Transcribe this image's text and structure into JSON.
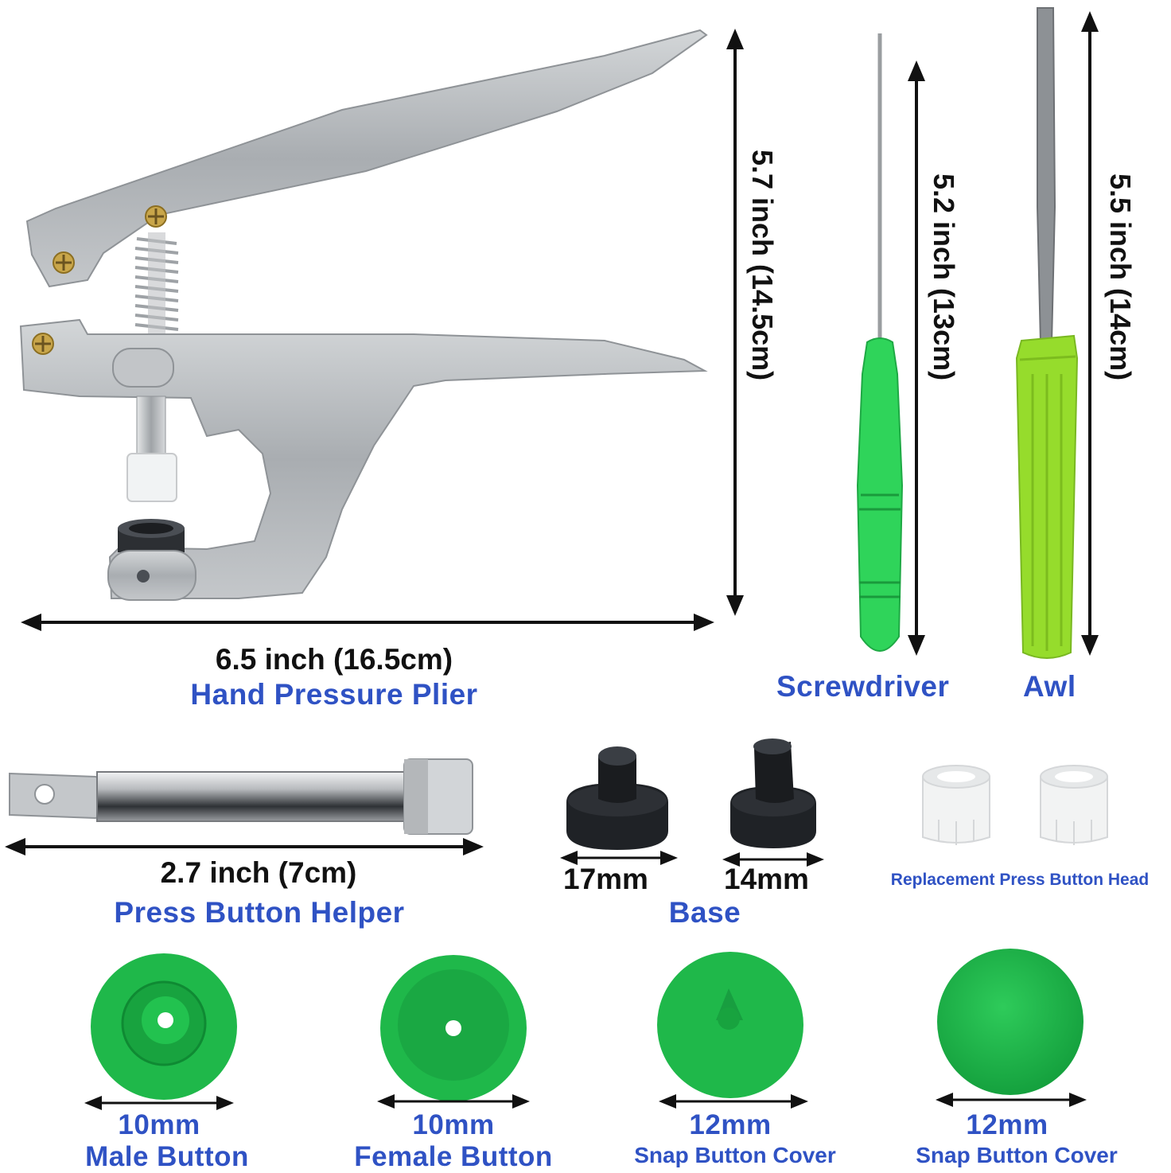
{
  "plier": {
    "width_label": "6.5 inch (16.5cm)",
    "height_label": "5.7 inch (14.5cm)",
    "name": "Hand Pressure Plier"
  },
  "screwdriver": {
    "length_label": "5.2 inch (13cm)",
    "name": "Screwdriver"
  },
  "awl": {
    "length_label": "5.5 inch (14cm)",
    "name": "Awl"
  },
  "helper": {
    "length_label": "2.7 inch (7cm)",
    "name": "Press Button Helper"
  },
  "base": {
    "size_large": "17mm",
    "size_small": "14mm",
    "name": "Base"
  },
  "replacement_head": {
    "name": "Replacement Press Button Head"
  },
  "buttons": [
    {
      "size": "10mm",
      "name": "Male Button"
    },
    {
      "size": "10mm",
      "name": "Female Button"
    },
    {
      "size": "12mm",
      "name": "Snap Button Cover"
    },
    {
      "size": "12mm",
      "name": "Snap Button Cover"
    }
  ],
  "colors": {
    "label_blue": "#2f52c4",
    "button_green": "#1fb84a",
    "awl_green": "#8fd82a",
    "plier_gray": "#b9bcbf"
  }
}
